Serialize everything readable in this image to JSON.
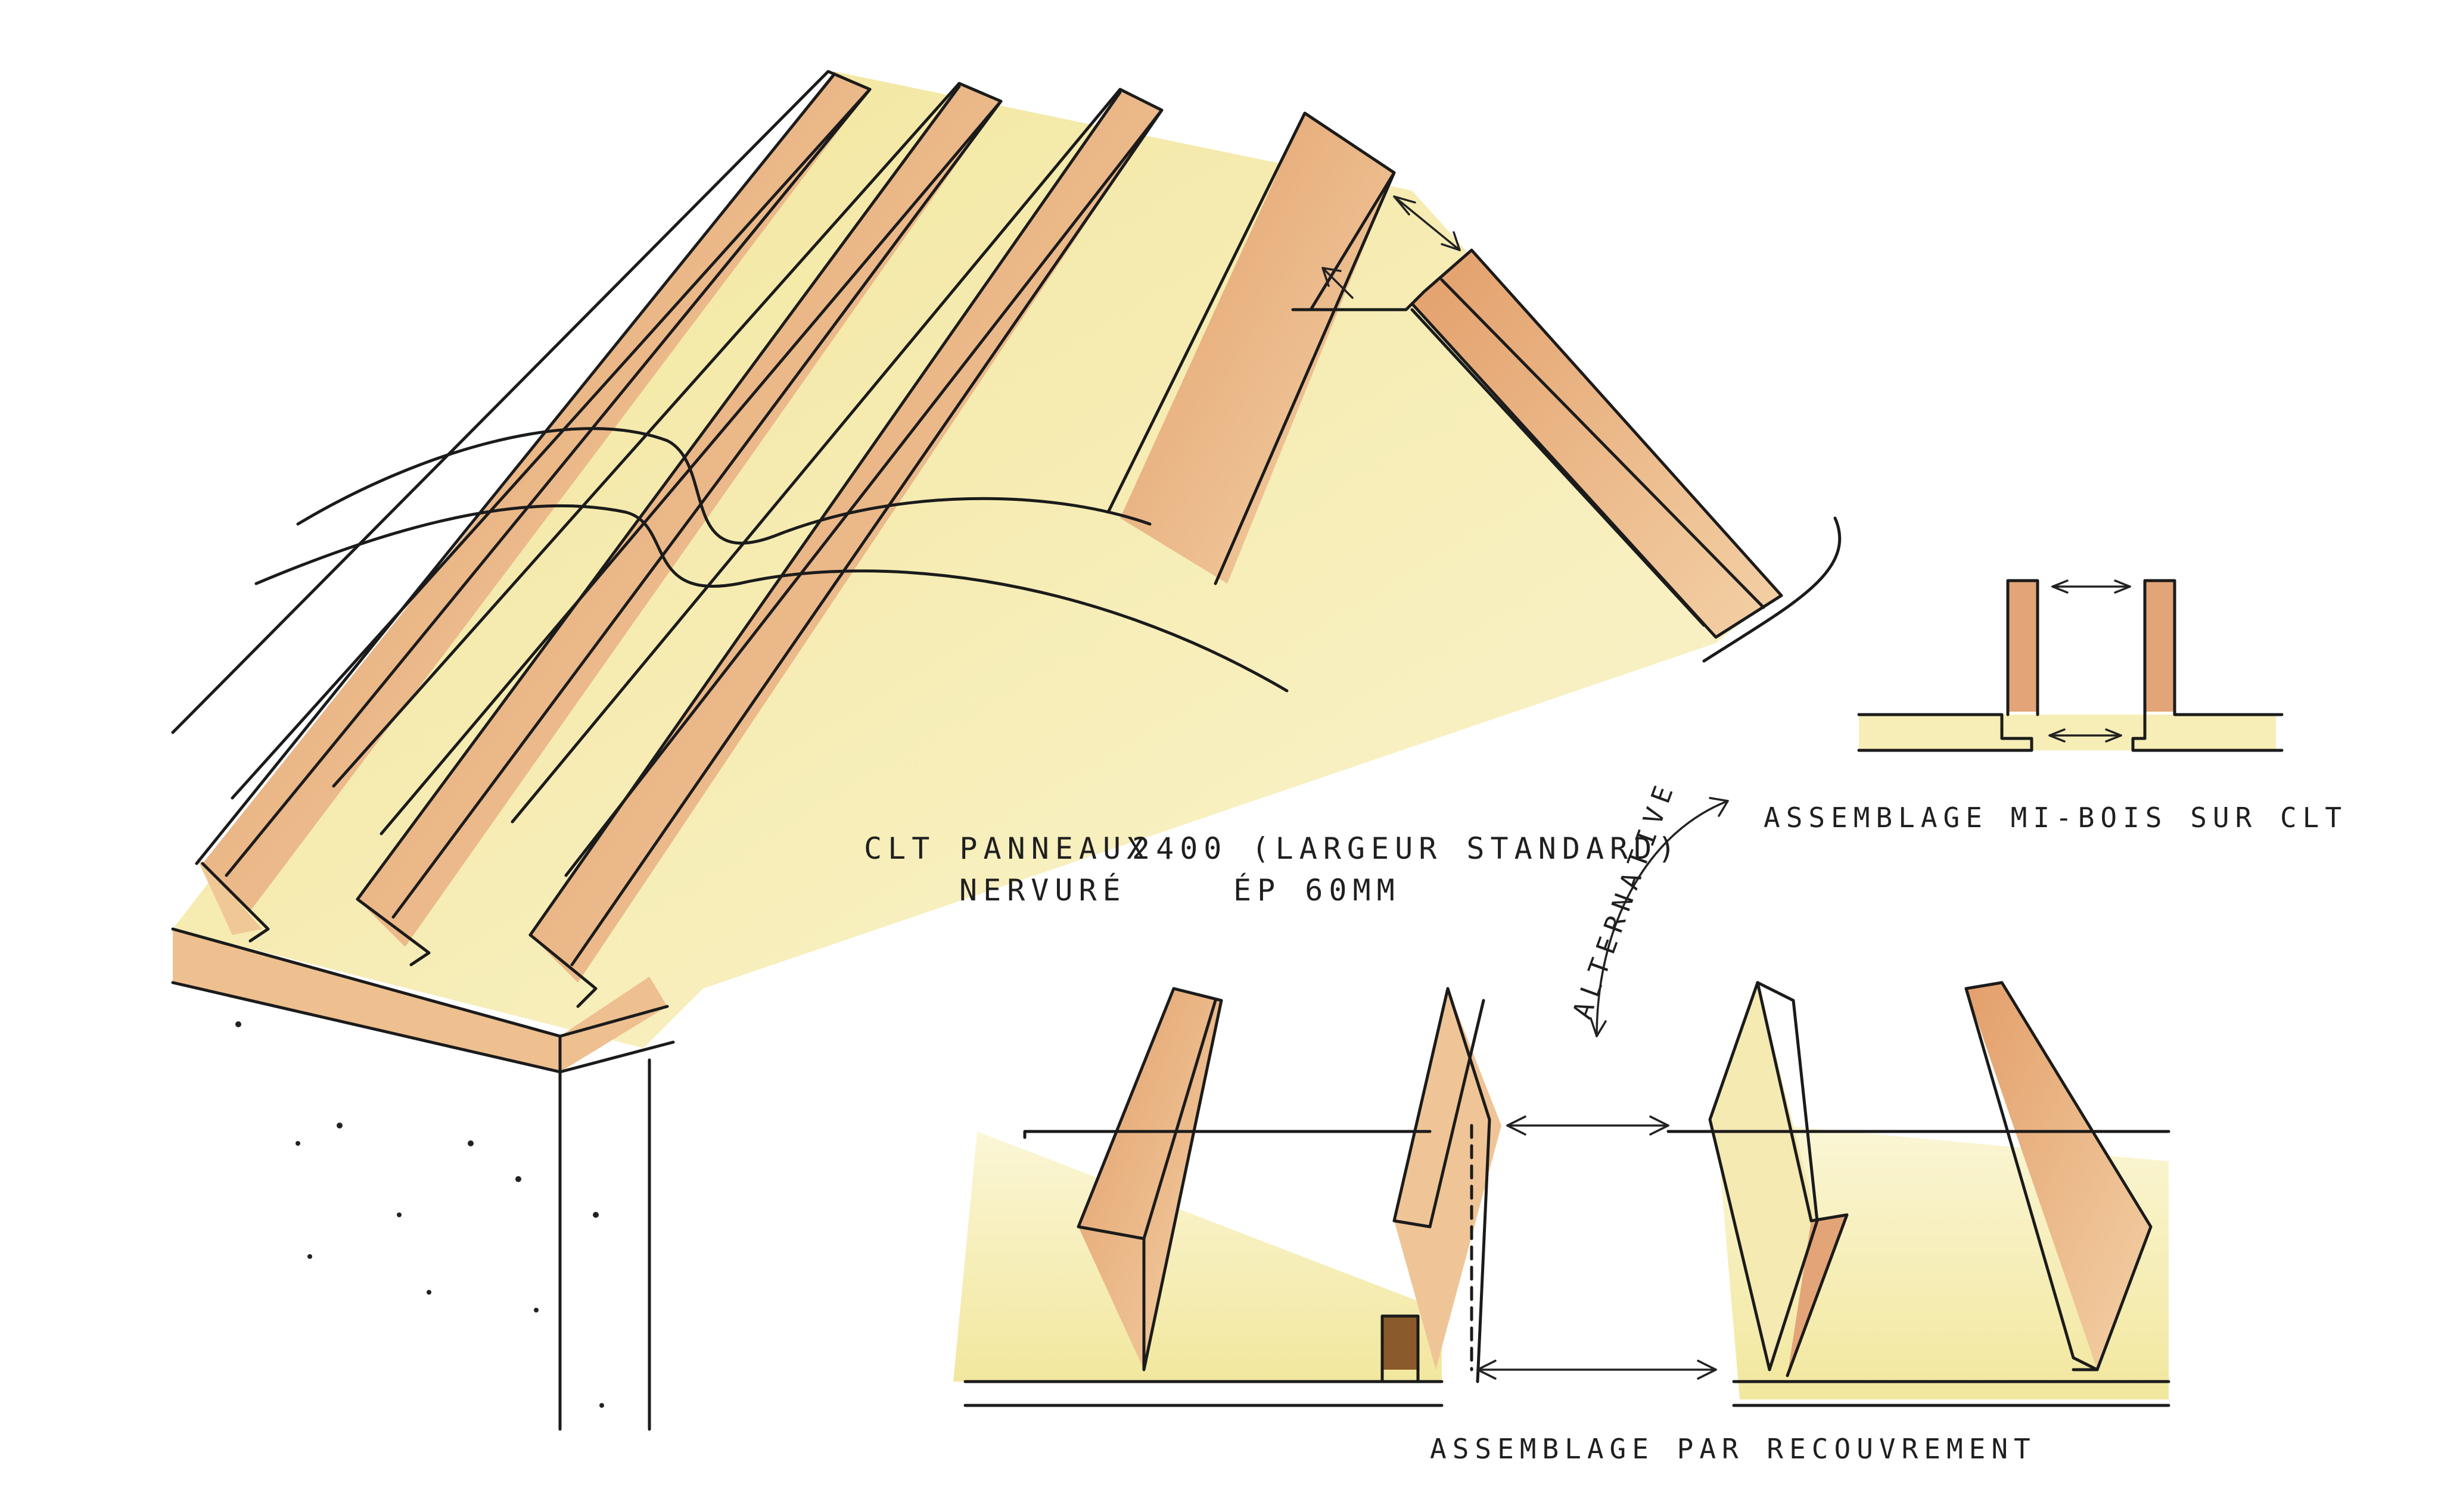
{
  "labels": {
    "clt_line1": "CLT PANNEAUX",
    "clt_line2": "NERVURÉ",
    "width_line1": "2400 (LARGEUR STANDARD)",
    "width_line2": "ÉP 60MM",
    "assembly_mi_bois": "ASSEMBLAGE MI-BOIS SUR CLT",
    "alternative": "ALTERNATIVE",
    "assembly_overlap": "ASSEMBLAGE PAR RECOUVREMENT"
  },
  "colors": {
    "ink": "#1b1b1b",
    "wood_orange": "#e6a977",
    "wood_light": "#f1cfa8",
    "panel_yellow": "#f4eaa3",
    "panel_pale": "#f8f2c8"
  }
}
